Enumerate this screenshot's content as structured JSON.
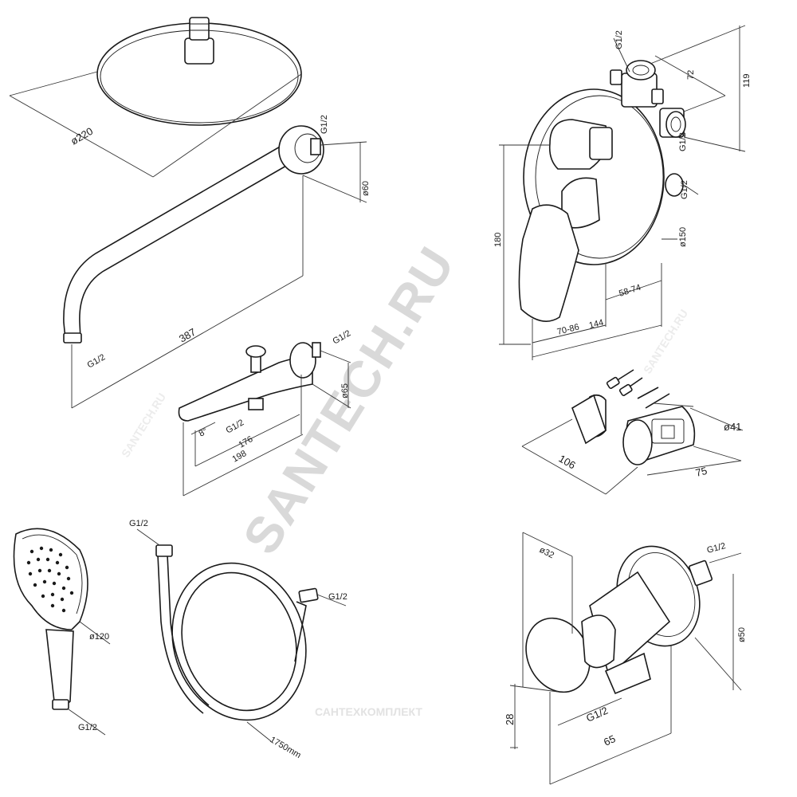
{
  "watermarks": {
    "main": "SANTECH.RU",
    "small_left": "SANTECH.RU",
    "small_right": "SANTECH.RU",
    "footer": "САНТЕХКОМПЛЕКТ"
  },
  "overhead_shower": {
    "diameter": "ø220"
  },
  "shower_arm": {
    "thread_top": "G1/2",
    "thread_bottom": "G1/2",
    "height": "ø60",
    "length": "387"
  },
  "spout": {
    "thread_top": "G1/2",
    "thread_bottom": "G1/2",
    "angle": "8°",
    "height": "ø65",
    "length_inner": "176",
    "length_outer": "198"
  },
  "mixer": {
    "thread_top": "G1/2",
    "thread_right1": "G1/2",
    "thread_right2": "G1/2",
    "dim_top1": "72",
    "dim_top2": "119",
    "height": "180",
    "diameter": "ø150",
    "dim_b1": "58-74",
    "dim_b2": "70-86",
    "dim_b3": "144"
  },
  "holder": {
    "depth": "106",
    "length": "75",
    "diameter": "ø41"
  },
  "hand_shower": {
    "diameter": "ø120",
    "thread": "G1/2"
  },
  "hose": {
    "thread_left": "G1/2",
    "thread_right": "G1/2",
    "length": "1750mm"
  },
  "wall_outlet": {
    "diameter_top": "ø32",
    "thread_top": "G1/2",
    "height": "ø50",
    "dim_left": "28",
    "thread_bottom": "G1/2",
    "width": "65"
  }
}
